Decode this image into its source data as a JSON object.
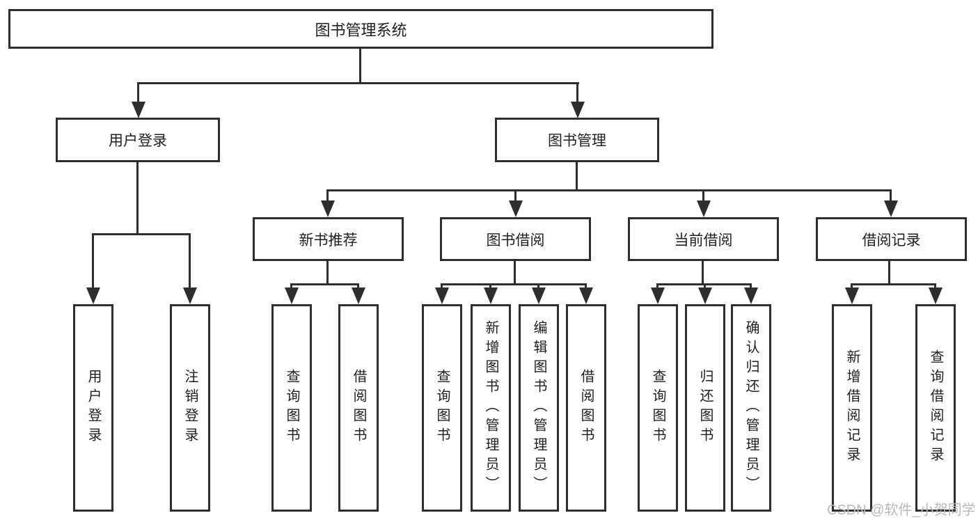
{
  "diagram": {
    "root": {
      "label": "图书管理系统"
    },
    "level1": [
      {
        "label": "用户登录"
      },
      {
        "label": "图书管理"
      }
    ],
    "level2": [
      {
        "label": "新书推荐"
      },
      {
        "label": "图书借阅"
      },
      {
        "label": "当前借阅"
      },
      {
        "label": "借阅记录"
      }
    ],
    "leaves": {
      "user_login": [
        {
          "label": "用户登录"
        },
        {
          "label": "注销登录"
        }
      ],
      "new_book": [
        {
          "label": "查询图书"
        },
        {
          "label": "借阅图书"
        }
      ],
      "book_borrow": [
        {
          "label": "查询图书"
        },
        {
          "label": "新增图书（管理员）"
        },
        {
          "label": "编辑图书（管理员）"
        },
        {
          "label": "借阅图书"
        }
      ],
      "current_borrow": [
        {
          "label": "查询图书"
        },
        {
          "label": "归还图书"
        },
        {
          "label": "确认归还（管理员）"
        }
      ],
      "borrow_record": [
        {
          "label": "新增借阅记录"
        },
        {
          "label": "查询借阅记录"
        }
      ]
    },
    "watermark": "CSDN @软件_小贺同学",
    "colors": {
      "line": "#2e2e2e",
      "text": "#1f1f1f",
      "watermark": "#b8b8b8",
      "background": "#ffffff"
    }
  }
}
